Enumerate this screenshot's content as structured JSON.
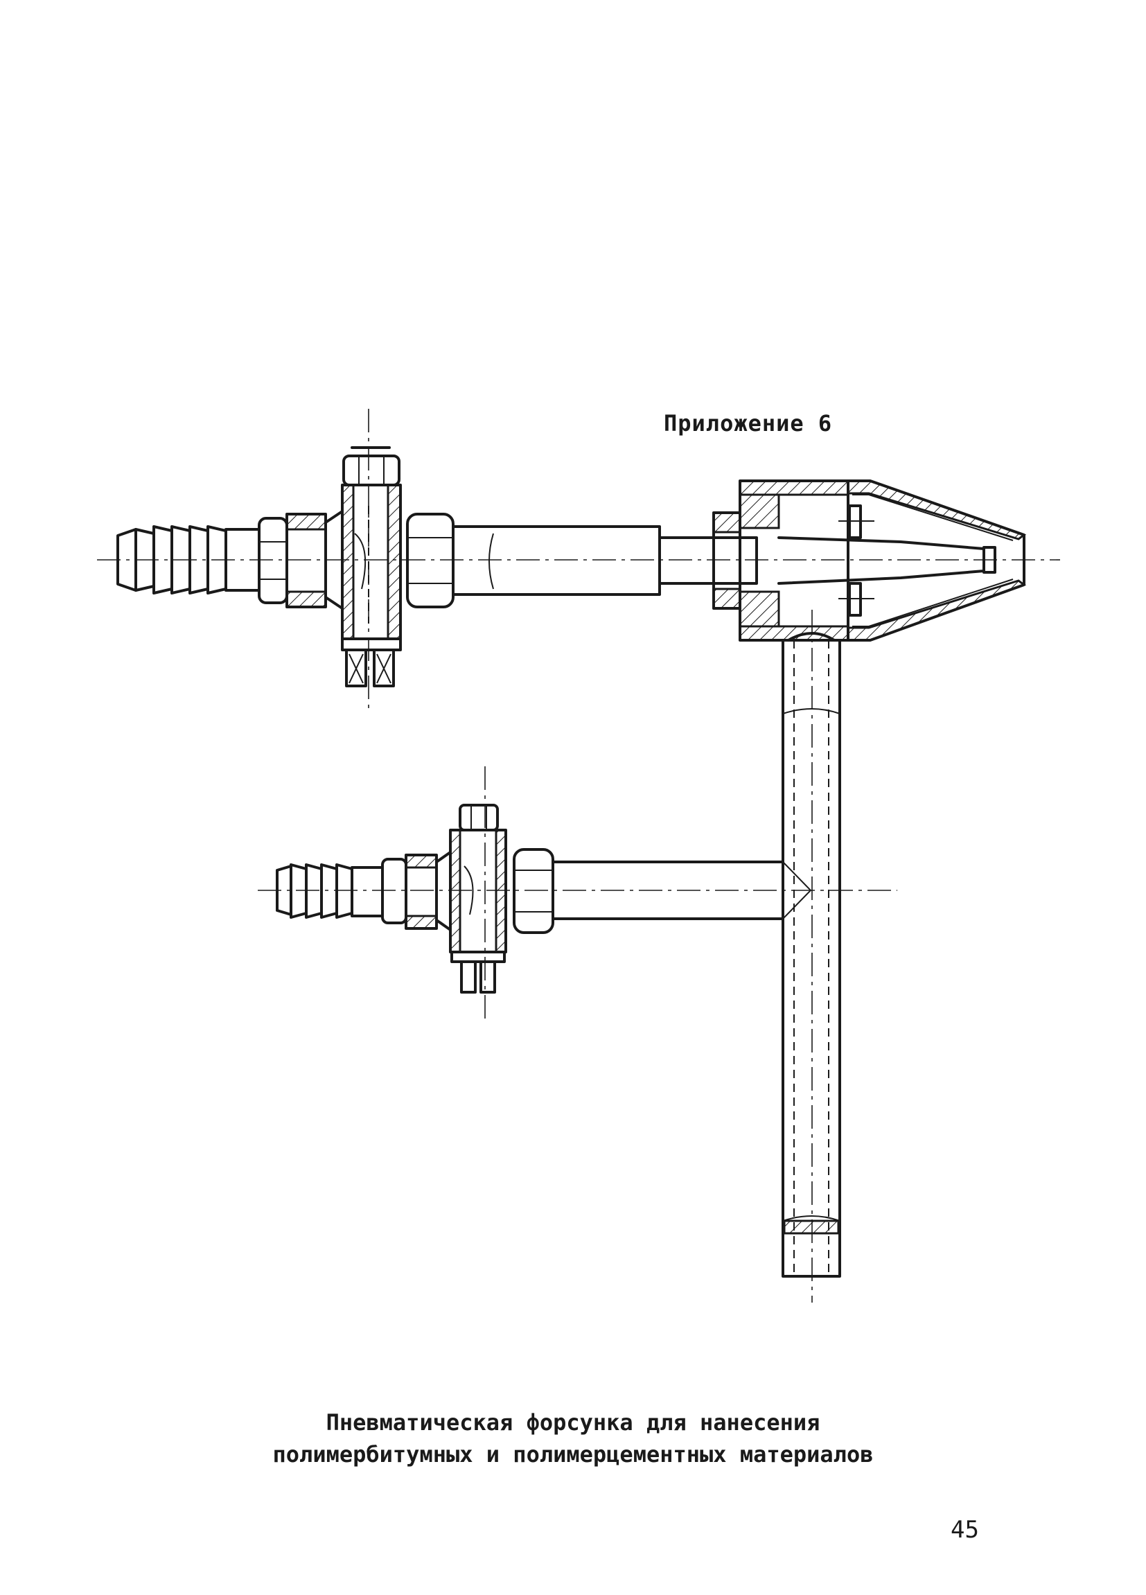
{
  "appendix_label": "Приложение 6",
  "caption": {
    "line1": "Пневматическая форсунка для нанесения",
    "line2": "полимербитумных и полимерцементных материалов"
  },
  "page_number": "45"
}
